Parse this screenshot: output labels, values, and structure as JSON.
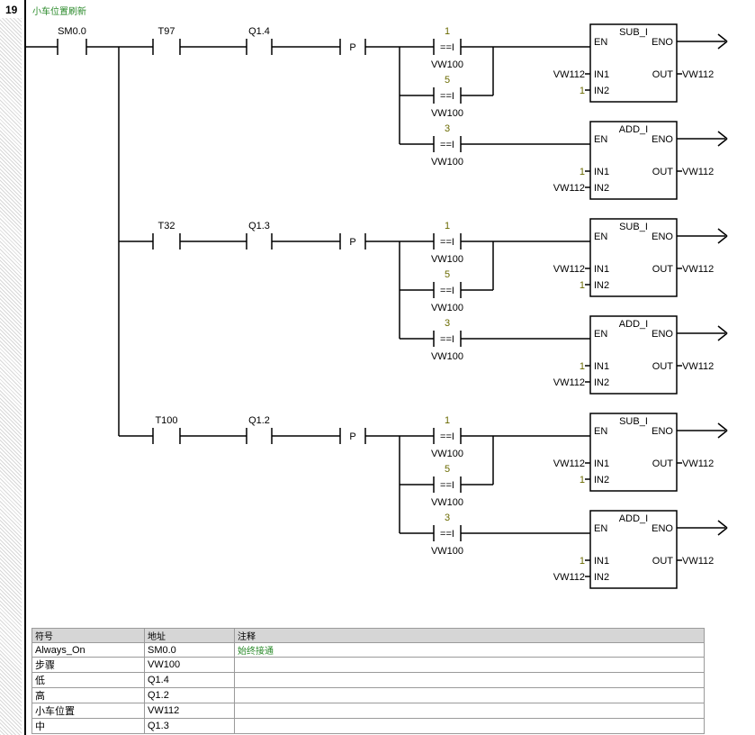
{
  "network": {
    "number": "19",
    "comment": "小车位置刷新"
  },
  "contacts": {
    "first": "SM0.0",
    "branches": [
      {
        "timer": "T97",
        "output": "Q1.4"
      },
      {
        "timer": "T32",
        "output": "Q1.3"
      },
      {
        "timer": "T100",
        "output": "Q1.2"
      }
    ]
  },
  "p_label": "P",
  "compare": {
    "op": "==I",
    "operand": "VW100",
    "values": [
      "1",
      "5",
      "3"
    ]
  },
  "boxes": {
    "sub": {
      "title": "SUB_I",
      "en": "EN",
      "eno": "ENO",
      "in1": "IN1",
      "in2": "IN2",
      "out": "OUT",
      "in1_val": "VW112",
      "in2_val": "1",
      "out_val": "VW112"
    },
    "add": {
      "title": "ADD_I",
      "en": "EN",
      "eno": "ENO",
      "in1": "IN1",
      "in2": "IN2",
      "out": "OUT",
      "in1_val": "1",
      "in2_val": "VW112",
      "out_val": "VW112"
    }
  },
  "symbol_table": {
    "headers": [
      "符号",
      "地址",
      "注释"
    ],
    "rows": [
      [
        "Always_On",
        "SM0.0",
        "始终接通"
      ],
      [
        "步骤",
        "VW100",
        ""
      ],
      [
        "低",
        "Q1.4",
        ""
      ],
      [
        "高",
        "Q1.2",
        ""
      ],
      [
        "小车位置",
        "VW112",
        ""
      ],
      [
        "中",
        "Q1.3",
        ""
      ]
    ]
  }
}
